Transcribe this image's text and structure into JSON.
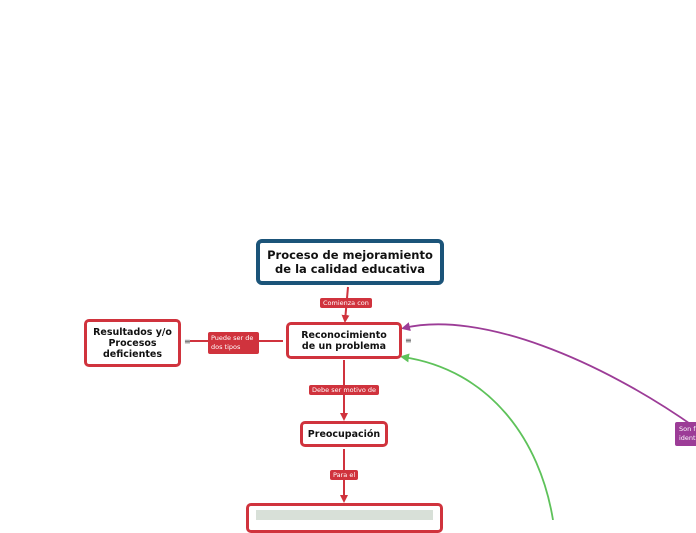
{
  "nodes": {
    "main": "Proceso de mejoramiento de la calidad educativa",
    "reconocimiento": "Reconocimiento de un problema",
    "resultados": "Resultados y/o Procesos deficientes",
    "preocupacion": "Preocupación"
  },
  "labels": {
    "comienza": "Comienza con",
    "puede": "Puede ser de dos tipos",
    "debe": "Debe ser motivo de",
    "para": "Para el",
    "son": "Son f ident"
  },
  "icons": {
    "note": "≡"
  },
  "colors": {
    "main_border": "#1b5479",
    "node_border": "#d0333d",
    "label_bg": "#d0333d",
    "purple": "#9c3c97",
    "green": "#5ec25a"
  }
}
